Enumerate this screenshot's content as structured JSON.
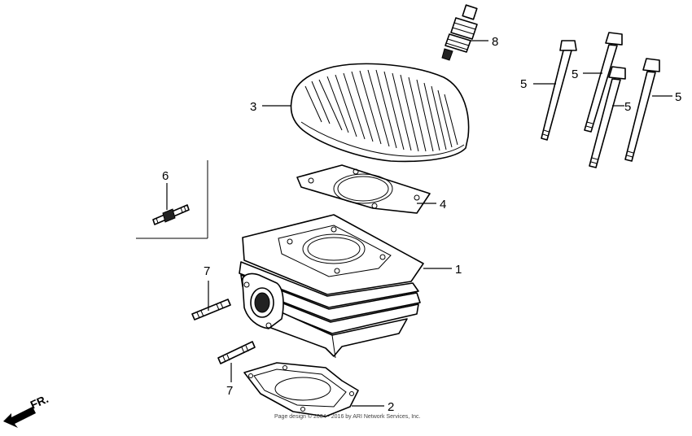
{
  "callouts": {
    "cylinder": "1",
    "base_gasket": "2",
    "cylinder_head": "3",
    "head_gasket": "4",
    "bolt_a": "5",
    "bolt_b": "5",
    "bolt_c": "5",
    "bolt_d": "5",
    "stud_head": "6",
    "stud_upper": "7",
    "stud_lower": "7",
    "spark_plug": "8"
  },
  "front_indicator": "FR.",
  "copyright": "Page design © 2004 - 2016 by ARI Network Services, Inc."
}
